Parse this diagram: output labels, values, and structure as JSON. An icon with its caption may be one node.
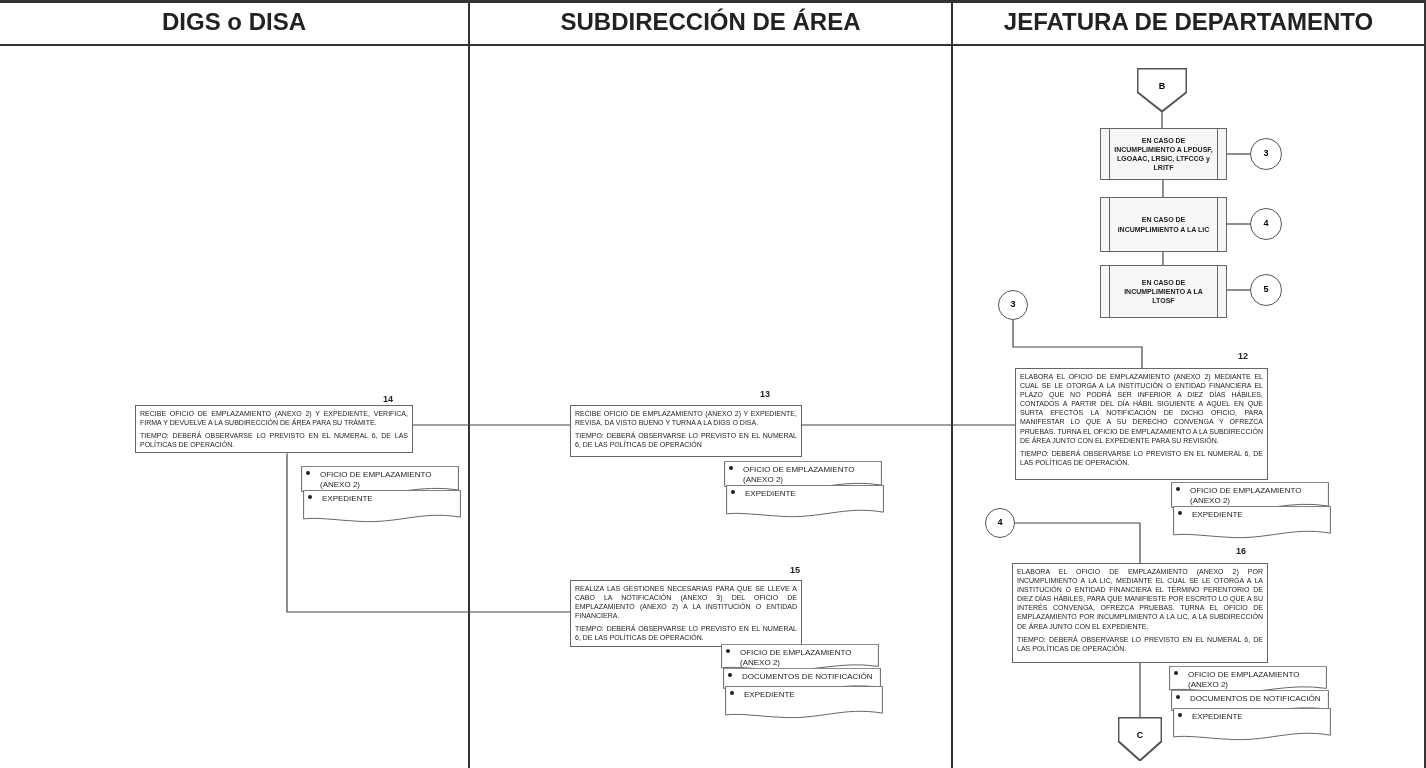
{
  "diagram": {
    "nodes": [
      {
        "text": [
          "DIGS o DISA"
        ]
      },
      {
        "text": [
          "SUBDIRECCIÓN DE ÁREA"
        ]
      },
      {
        "text": [
          "JEFATURA DE DEPARTAMENTO"
        ]
      },
      {
        "text": [
          "B"
        ],
        "in": 2
      },
      {
        "text": [
          "EN CASO DE INCUMPLIMIENTO A LPDUSF, LGOAAC, LRSIC, LTFCCG y LRITF"
        ],
        "in": 2
      },
      {
        "text": [
          "3"
        ],
        "in": 2
      },
      {
        "text": [
          "EN CASO DE INCUMPLIMIENTO A LA LIC"
        ],
        "in": 2
      },
      {
        "text": [
          "4"
        ],
        "in": 2
      },
      {
        "text": [
          "EN CASO DE INCUMPLIMIENTO A LA LTOSF"
        ],
        "in": 2
      },
      {
        "text": [
          "5"
        ],
        "in": 2
      },
      {
        "text": [
          "3"
        ],
        "in": 2
      },
      {
        "text": [
          "ELABORA EL OFICIO DE EMPLAZAMIENTO (ANEXO 2) MEDIANTE EL CUAL SE LE OTORGA A LA INSTITUCIÓN O ENTIDAD FINANCIERA EL PLAZO QUE NO PODRÁ SER INFERIOR A DIEZ DÍAS HÁBILES, CONTADOS A PARTIR DEL DÍA HÁBIL SIGUIENTE A AQUEL EN QUE SURTA EFECTOS LA NOTIFICACIÓN DE DICHO OFICIO, PARA MANIFESTAR LO QUE A SU DERECHO CONVENGA Y OFREZCA PRUEBAS. TURNA EL OFICIO DE EMPLAZAMIENTO A LA SUBDIRECCIÓN DE ÁREA JUNTO CON EL EXPEDIENTE PARA SU REVISIÓN.",
          "TIEMPO: DEBERÁ OBSERVARSE LO PREVISTO EN EL NUMERAL 6, DE LAS POLÍTICAS DE OPERACIÓN."
        ],
        "beside": [
          "12"
        ],
        "in": 2
      },
      {
        "text": [
          "OFICIO DE EMPLAZAMIENTO (ANEXO 2)"
        ],
        "in": 2
      },
      {
        "text": [
          "EXPEDIENTE"
        ],
        "in": 2
      },
      {
        "text": [
          "4"
        ],
        "in": 2
      },
      {
        "text": [
          "ELABORA EL OFICIO DE EMPLAZAMIENTO (ANEXO 2) POR INCUMPLIMIENTO A LA LIC, MEDIANTE EL CUAL SE LE OTORGA A LA INSTITUCIÓN O ENTIDAD FINANCIERA EL TÉRMINO PERENTORIO DE DIEZ DÍAS HÁBILES, PARA QUE MANIFIESTE POR ESCRITO LO QUE A SU INTERÉS CONVENGA, OFREZCA PRUEBAS. TURNA EL OFICIO DE EMPLAZAMIENTO POR INCUMPLIMIENTO A LA LIC, A LA SUBDIRECCIÓN DE ÁREA JUNTO CON EL EXPEDIENTE.",
          "TIEMPO: DEBERÁ OBSERVARSE LO PREVISTO EN EL NUMERAL 6, DE LAS POLÍTICAS DE OPERACIÓN."
        ],
        "beside": [
          "16"
        ],
        "in": 2
      },
      {
        "text": [
          "OFICIO DE EMPLAZAMIENTO (ANEXO 2)"
        ],
        "in": 2
      },
      {
        "text": [
          "DOCUMENTOS DE NOTIFICACIÓN"
        ],
        "in": 2
      },
      {
        "text": [
          "EXPEDIENTE"
        ],
        "in": 2
      },
      {
        "text": [
          "C"
        ],
        "in": 2
      },
      {
        "text": [
          "RECIBE OFICIO DE EMPLAZAMIENTO (ANEXO 2) Y EXPEDIENTE, REVISA, DA VISTO BUENO Y TURNA A LA DIGS O DISA.",
          "TIEMPO: DEBERÁ OBSERVARSE LO PREVISTO EN EL NUMERAL 6, DE LAS POLÍTICAS DE OPERACIÓN"
        ],
        "beside": [
          "13"
        ],
        "in": 1
      },
      {
        "text": [
          "OFICIO DE EMPLAZAMIENTO (ANEXO 2)"
        ],
        "in": 1
      },
      {
        "text": [
          "EXPEDIENTE"
        ],
        "in": 1
      },
      {
        "text": [
          "REALIZA LAS GESTIONES NECESARIAS PARA QUE SE LLEVE A CABO LA NOTIFICACIÓN (ANEXO 3) DEL OFICIO DE EMPLAZAMIENTO (ANEXO 2) A LA INSTITUCIÓN O ENTIDAD FINANCIERA.",
          "TIEMPO: DEBERÁ OBSERVARSE LO PREVISTO EN EL NUMERAL 6, DE LAS POLÍTICAS DE OPERACIÓN."
        ],
        "beside": [
          "15"
        ],
        "in": 1
      },
      {
        "text": [
          "OFICIO DE EMPLAZAMIENTO (ANEXO 2)"
        ],
        "in": 1
      },
      {
        "text": [
          "DOCUMENTOS DE NOTIFICACIÓN"
        ],
        "in": 1
      },
      {
        "text": [
          "EXPEDIENTE"
        ],
        "in": 1
      },
      {
        "text": [
          "RECIBE OFICIO DE EMPLAZAMIENTO (ANEXO 2) Y EXPEDIENTE, VERIFICA, FIRMA Y DEVUELVE A LA SUBDIRECCIÓN DE ÁREA PARA SU TRÁMITE.",
          "TIEMPO: DEBERÁ OBSERVARSE LO PREVISTO EN EL NUMERAL 6, DE LAS POLÍTICAS DE OPERACIÓN."
        ],
        "beside": [
          "14"
        ],
        "in": 0
      },
      {
        "text": [
          "OFICIO DE EMPLAZAMIENTO (ANEXO 2)"
        ],
        "in": 0
      },
      {
        "text": [
          "EXPEDIENTE"
        ],
        "in": 0
      }
    ],
    "edges": [
      {
        "from": 3,
        "to": 4,
        "arrow": "none"
      },
      {
        "from": 4,
        "to": 6,
        "arrow": "none"
      },
      {
        "from": 6,
        "to": 8,
        "arrow": "none"
      },
      {
        "from": 4,
        "to": 5,
        "arrow": "none"
      },
      {
        "from": 6,
        "to": 7,
        "arrow": "none"
      },
      {
        "from": 8,
        "to": 9,
        "arrow": "none"
      },
      {
        "from": 10,
        "to": 11,
        "arrow": "none"
      },
      {
        "from": 11,
        "to": 20,
        "arrow": "none"
      },
      {
        "from": 20,
        "to": 27,
        "arrow": "none"
      },
      {
        "from": 27,
        "to": 23,
        "arrow": "none"
      },
      {
        "from": 14,
        "to": 15,
        "arrow": "none"
      },
      {
        "from": 15,
        "to": 19,
        "arrow": "none"
      }
    ]
  }
}
